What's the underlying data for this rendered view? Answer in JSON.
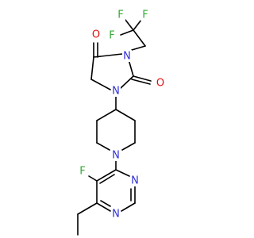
{
  "colors": {
    "background": "#ffffff",
    "bond": "#000000",
    "carbon": "#000000",
    "nitrogen": "#3030d8",
    "oxygen": "#e01010",
    "fluorine": "#33aa33"
  },
  "molecule": {
    "atoms": [
      {
        "id": "F1",
        "label": "F",
        "element": "fluorine"
      },
      {
        "id": "F2",
        "label": "F",
        "element": "fluorine"
      },
      {
        "id": "F3",
        "label": "F",
        "element": "fluorine"
      },
      {
        "id": "N_imide",
        "label": "N",
        "element": "nitrogen"
      },
      {
        "id": "O1",
        "label": "O",
        "element": "oxygen"
      },
      {
        "id": "O2",
        "label": "O",
        "element": "oxygen"
      },
      {
        "id": "N_hyd1",
        "label": "N",
        "element": "nitrogen"
      },
      {
        "id": "N_pip",
        "label": "N",
        "element": "nitrogen"
      },
      {
        "id": "F4",
        "label": "F",
        "element": "fluorine"
      },
      {
        "id": "N_pyr3",
        "label": "N",
        "element": "nitrogen"
      },
      {
        "id": "N_pyr1",
        "label": "N",
        "element": "nitrogen"
      }
    ]
  }
}
